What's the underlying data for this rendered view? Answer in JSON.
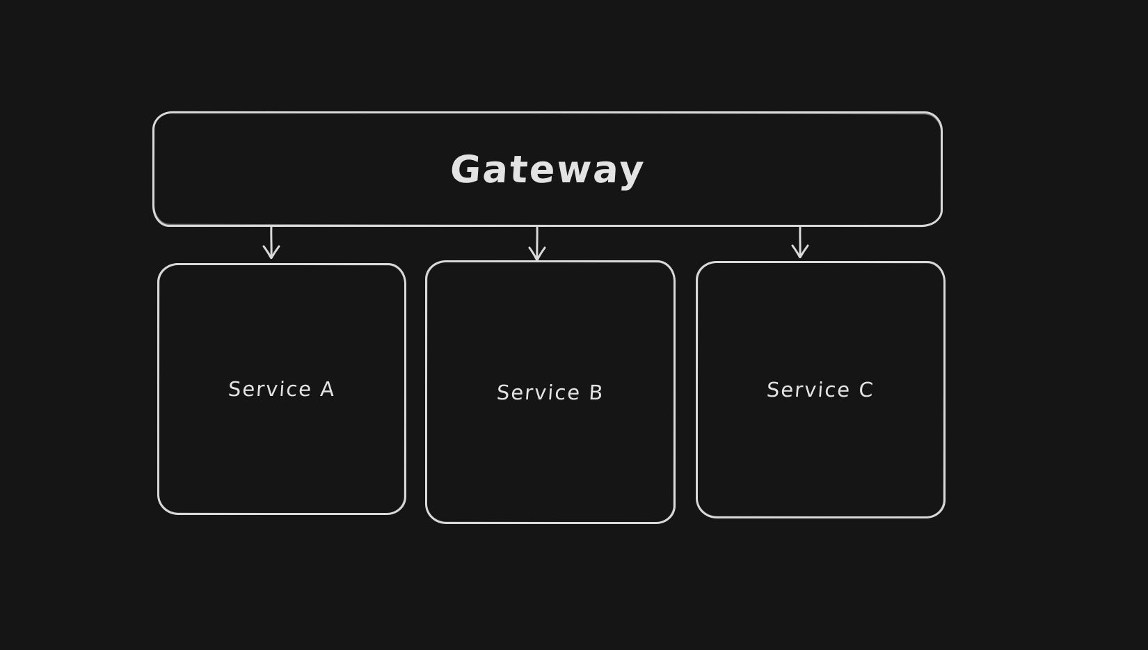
{
  "diagram": {
    "type": "flowchart",
    "theme": {
      "background_color": "#151515",
      "stroke_color": "#d9d9d9",
      "text_color": "#e3e3e3",
      "style": "hand-drawn"
    },
    "nodes": [
      {
        "id": "gateway",
        "label": "Gateway",
        "role": "root"
      },
      {
        "id": "service-a",
        "label": "Service A",
        "role": "child"
      },
      {
        "id": "service-b",
        "label": "Service B",
        "role": "child"
      },
      {
        "id": "service-c",
        "label": "Service C",
        "role": "child"
      }
    ],
    "edges": [
      {
        "from": "gateway",
        "to": "service-a",
        "direction": "down",
        "arrowhead": "open"
      },
      {
        "from": "gateway",
        "to": "service-b",
        "direction": "down",
        "arrowhead": "open"
      },
      {
        "from": "gateway",
        "to": "service-c",
        "direction": "down",
        "arrowhead": "open"
      }
    ]
  }
}
